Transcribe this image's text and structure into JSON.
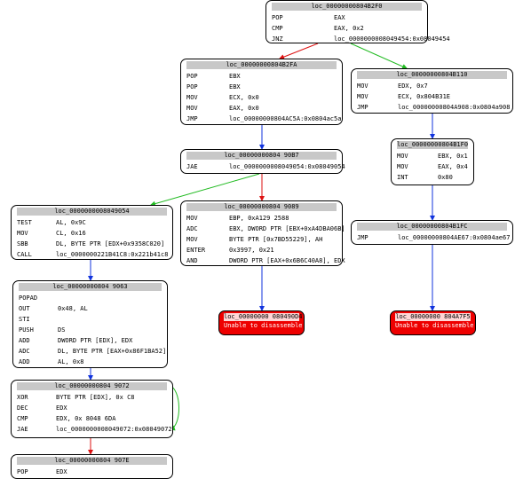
{
  "colors": {
    "taken_edge": "#22bb22",
    "fallthrough_edge": "#dd1111",
    "unconditional_edge": "#1133dd",
    "error_fill": "#ee0000",
    "header_fill": "#c8c8c8"
  },
  "blocks": {
    "b1": {
      "label": "loc_00000000804B2F0",
      "rows": [
        {
          "m": "POP",
          "o": "EAX"
        },
        {
          "m": "CMP",
          "o": "EAX, 0x2"
        },
        {
          "m": "JNZ",
          "o": "loc_0000000008049454:0x08049454"
        }
      ]
    },
    "b2": {
      "label": "loc_00000000804B2FA",
      "rows": [
        {
          "m": "POP",
          "o": "EBX"
        },
        {
          "m": "POP",
          "o": "EBX"
        },
        {
          "m": "MOV",
          "o": "ECX, 0x0"
        },
        {
          "m": "MOV",
          "o": "EAX, 0x0"
        },
        {
          "m": "JMP",
          "o": "loc_00000000804AC5A:0x0804ac5a"
        }
      ]
    },
    "b3": {
      "label": "loc_00000000804B110",
      "rows": [
        {
          "m": "MOV",
          "o": "EDX, 0x7"
        },
        {
          "m": "MOV",
          "o": "ECX, 0x804B31E"
        },
        {
          "m": "JMP",
          "o": "loc_00000000804A908:0x0804a908"
        }
      ]
    },
    "b4": {
      "label": "loc_00000000804 90B7",
      "rows": [
        {
          "m": "JAE",
          "o": "loc_0000000008049054:0x08049054"
        }
      ]
    },
    "b5": {
      "label": "loc_00000000804B1F0",
      "rows": [
        {
          "m": "MOV",
          "o": "EBX, 0x1"
        },
        {
          "m": "MOV",
          "o": "EAX, 0x4"
        },
        {
          "m": "INT",
          "o": "0x80"
        }
      ]
    },
    "b6": {
      "label": "loc_0000000008049054",
      "rows": [
        {
          "m": "TEST",
          "o": "AL, 0x9C"
        },
        {
          "m": "MOV",
          "o": "CL, 0x16"
        },
        {
          "m": "SBB",
          "o": "DL, BYTE PTR [EDX+0x9358C020]"
        },
        {
          "m": "CALL",
          "o": "loc_0000000221B41C8:0x221b41c8"
        }
      ]
    },
    "b7": {
      "label": "loc_00000000804 9089",
      "rows": [
        {
          "m": "MOV",
          "o": "EBP, 0xA129 2588"
        },
        {
          "m": "ADC",
          "o": "EBX, DWORD PTR [EBX+0xA4DBA06B]"
        },
        {
          "m": "MOV",
          "o": "BYTE PTR [0x7BD55229], AH"
        },
        {
          "m": "ENTER",
          "o": "0x3997, 0x21"
        },
        {
          "m": "AND",
          "o": "DWORD PTR [EAX+0x6B6C40A8], EDX"
        }
      ]
    },
    "b8": {
      "label": "loc_00000000804B1FC",
      "rows": [
        {
          "m": "JMP",
          "o": "loc_00000000804AE67:0x0804ae67"
        }
      ]
    },
    "b9": {
      "label": "loc_00000000804 9063",
      "rows": [
        {
          "m": "POPAD",
          "o": ""
        },
        {
          "m": "OUT",
          "o": "0x48, AL"
        },
        {
          "m": "STI",
          "o": ""
        },
        {
          "m": "PUSH",
          "o": "DS"
        },
        {
          "m": "ADD",
          "o": "DWORD PTR [EDX], EDX"
        },
        {
          "m": "ADC",
          "o": "DL, BYTE PTR [EAX+0x86F1BA52]"
        },
        {
          "m": "ADD",
          "o": "AL, 0x8"
        }
      ]
    },
    "b10": {
      "label": "loc_00000000804 9072",
      "rows": [
        {
          "m": "XOR",
          "o": "BYTE PTR [EDX], 0x C8"
        },
        {
          "m": "DEC",
          "o": "EDX"
        },
        {
          "m": "CMP",
          "o": "EDX, 0x 8048 6DA"
        },
        {
          "m": "JAE",
          "o": "loc_0000000008049072:0x08049072"
        }
      ]
    },
    "b11": {
      "label": "loc_00000000804 907E",
      "rows": [
        {
          "m": "POP",
          "o": "EDX"
        }
      ]
    }
  },
  "errors": {
    "e1": {
      "label": "loc_00000000 080490D4",
      "message": "Unable to disassemble"
    },
    "e2": {
      "label": "loc_00000000 804A7F5",
      "message": "Unable to disassemble"
    }
  }
}
